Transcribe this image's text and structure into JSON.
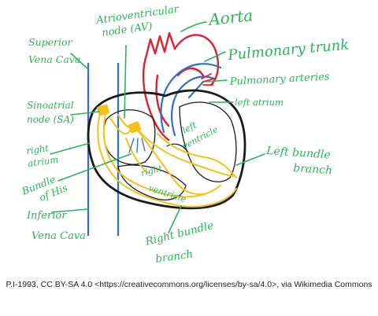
{
  "labels": {
    "av_node": [
      "Atrioventricular",
      "node (AV)"
    ],
    "aorta": "Aorta",
    "svc": [
      "Superior",
      "Vena Cava"
    ],
    "pulmonary_trunk": "Pulmonary trunk",
    "pulmonary_arteries": "Pulmonary arteries",
    "sa_node": [
      "Sinoatrial",
      "node (SA)"
    ],
    "left_atrium": "left atrium",
    "left_ventricle": [
      "left",
      "ventricle"
    ],
    "left_bundle_branch": [
      "Left bundle",
      "branch"
    ],
    "right_atrium": [
      "right",
      "atrium"
    ],
    "bundle_of_his": [
      "Bundle",
      "of His"
    ],
    "right_ventricle": [
      "right",
      "ventricle"
    ],
    "ivc": [
      "Inferior",
      "Vena Cava"
    ],
    "right_bundle_branch": [
      "Right bundle",
      "branch"
    ]
  },
  "caption": "P.I-1993, CC BY-SA 4.0 <https://creativecommons.org/licenses/by-sa/4.0>, via Wikimedia Commons",
  "colors": {
    "label": "#2bb35a",
    "aorta": "#e02030",
    "vena_cava": "#2f6fc4",
    "pulmonary": "#2f6fc4",
    "conduction": "#f2c21b",
    "outline": "#1a1a1a"
  }
}
